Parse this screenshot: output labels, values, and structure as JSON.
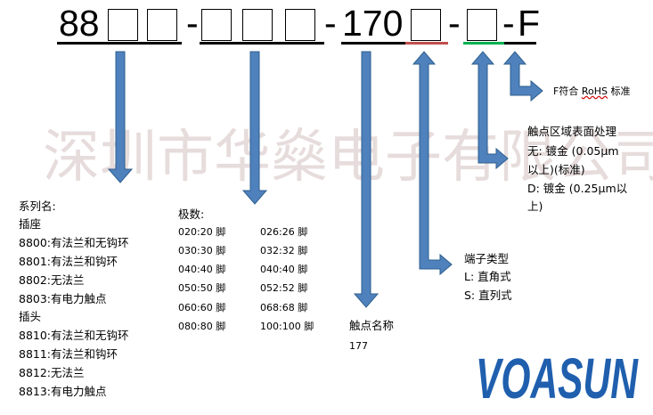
{
  "part_number": {
    "seg1_prefix": "88",
    "dash1": "-",
    "dash2": "-",
    "seg3_prefix": "170",
    "dash3": "-",
    "dash4": "-",
    "suffix": "F"
  },
  "colors": {
    "arrow_fill": "#4f81bd",
    "arrow_stroke": "#2e5f8e",
    "underline_red": "#c0504d",
    "underline_green": "#00b050",
    "logo": "#1f5fae",
    "watermark": "#b08a8a"
  },
  "watermark": "深圳市华燊电子有限公司",
  "series": {
    "title": "系列名:",
    "group1_title": "插座",
    "group1_items": [
      {
        "code": "8800:",
        "desc": "有法兰和无钩环"
      },
      {
        "code": "8801:",
        "desc": "有法兰和钩环"
      },
      {
        "code": "8802:",
        "desc": "无法兰"
      },
      {
        "code": "8803:",
        "desc": "有电力触点"
      }
    ],
    "group2_title": "插头",
    "group2_items": [
      {
        "code": "8810:",
        "desc": "有法兰和无钩环"
      },
      {
        "code": "8811:",
        "desc": "有法兰和钩环"
      },
      {
        "code": "8812:",
        "desc": "无法兰"
      },
      {
        "code": "8813:",
        "desc": "有电力触点"
      }
    ]
  },
  "poles": {
    "title": "极数:",
    "col1": [
      "020:20 脚",
      "030:30 脚",
      "040:40 脚",
      "050:50 脚",
      "060:60 脚",
      "080:80 脚"
    ],
    "col2": [
      "026:26 脚",
      "032:32 脚",
      "040:40 脚",
      "052:52 脚",
      "068:68 脚",
      "100:100 脚"
    ]
  },
  "contact_name": {
    "title": "触点名称",
    "value": "177"
  },
  "terminal": {
    "title": "端子类型",
    "items": [
      "L: 直角式",
      "S: 直列式"
    ]
  },
  "plating": {
    "title": "触点区域表面处理",
    "line1": "无: 镀金 (0.05μm",
    "line2": "以上)(标准)",
    "line3": "D: 镀金 (0.25μm以",
    "line4": "上)"
  },
  "rohs": {
    "prefix": "F符合 ",
    "word": "RoHS",
    "suffix": " 标准"
  },
  "logo": {
    "text": "VOASUN",
    "icon": "voasun-logo"
  }
}
